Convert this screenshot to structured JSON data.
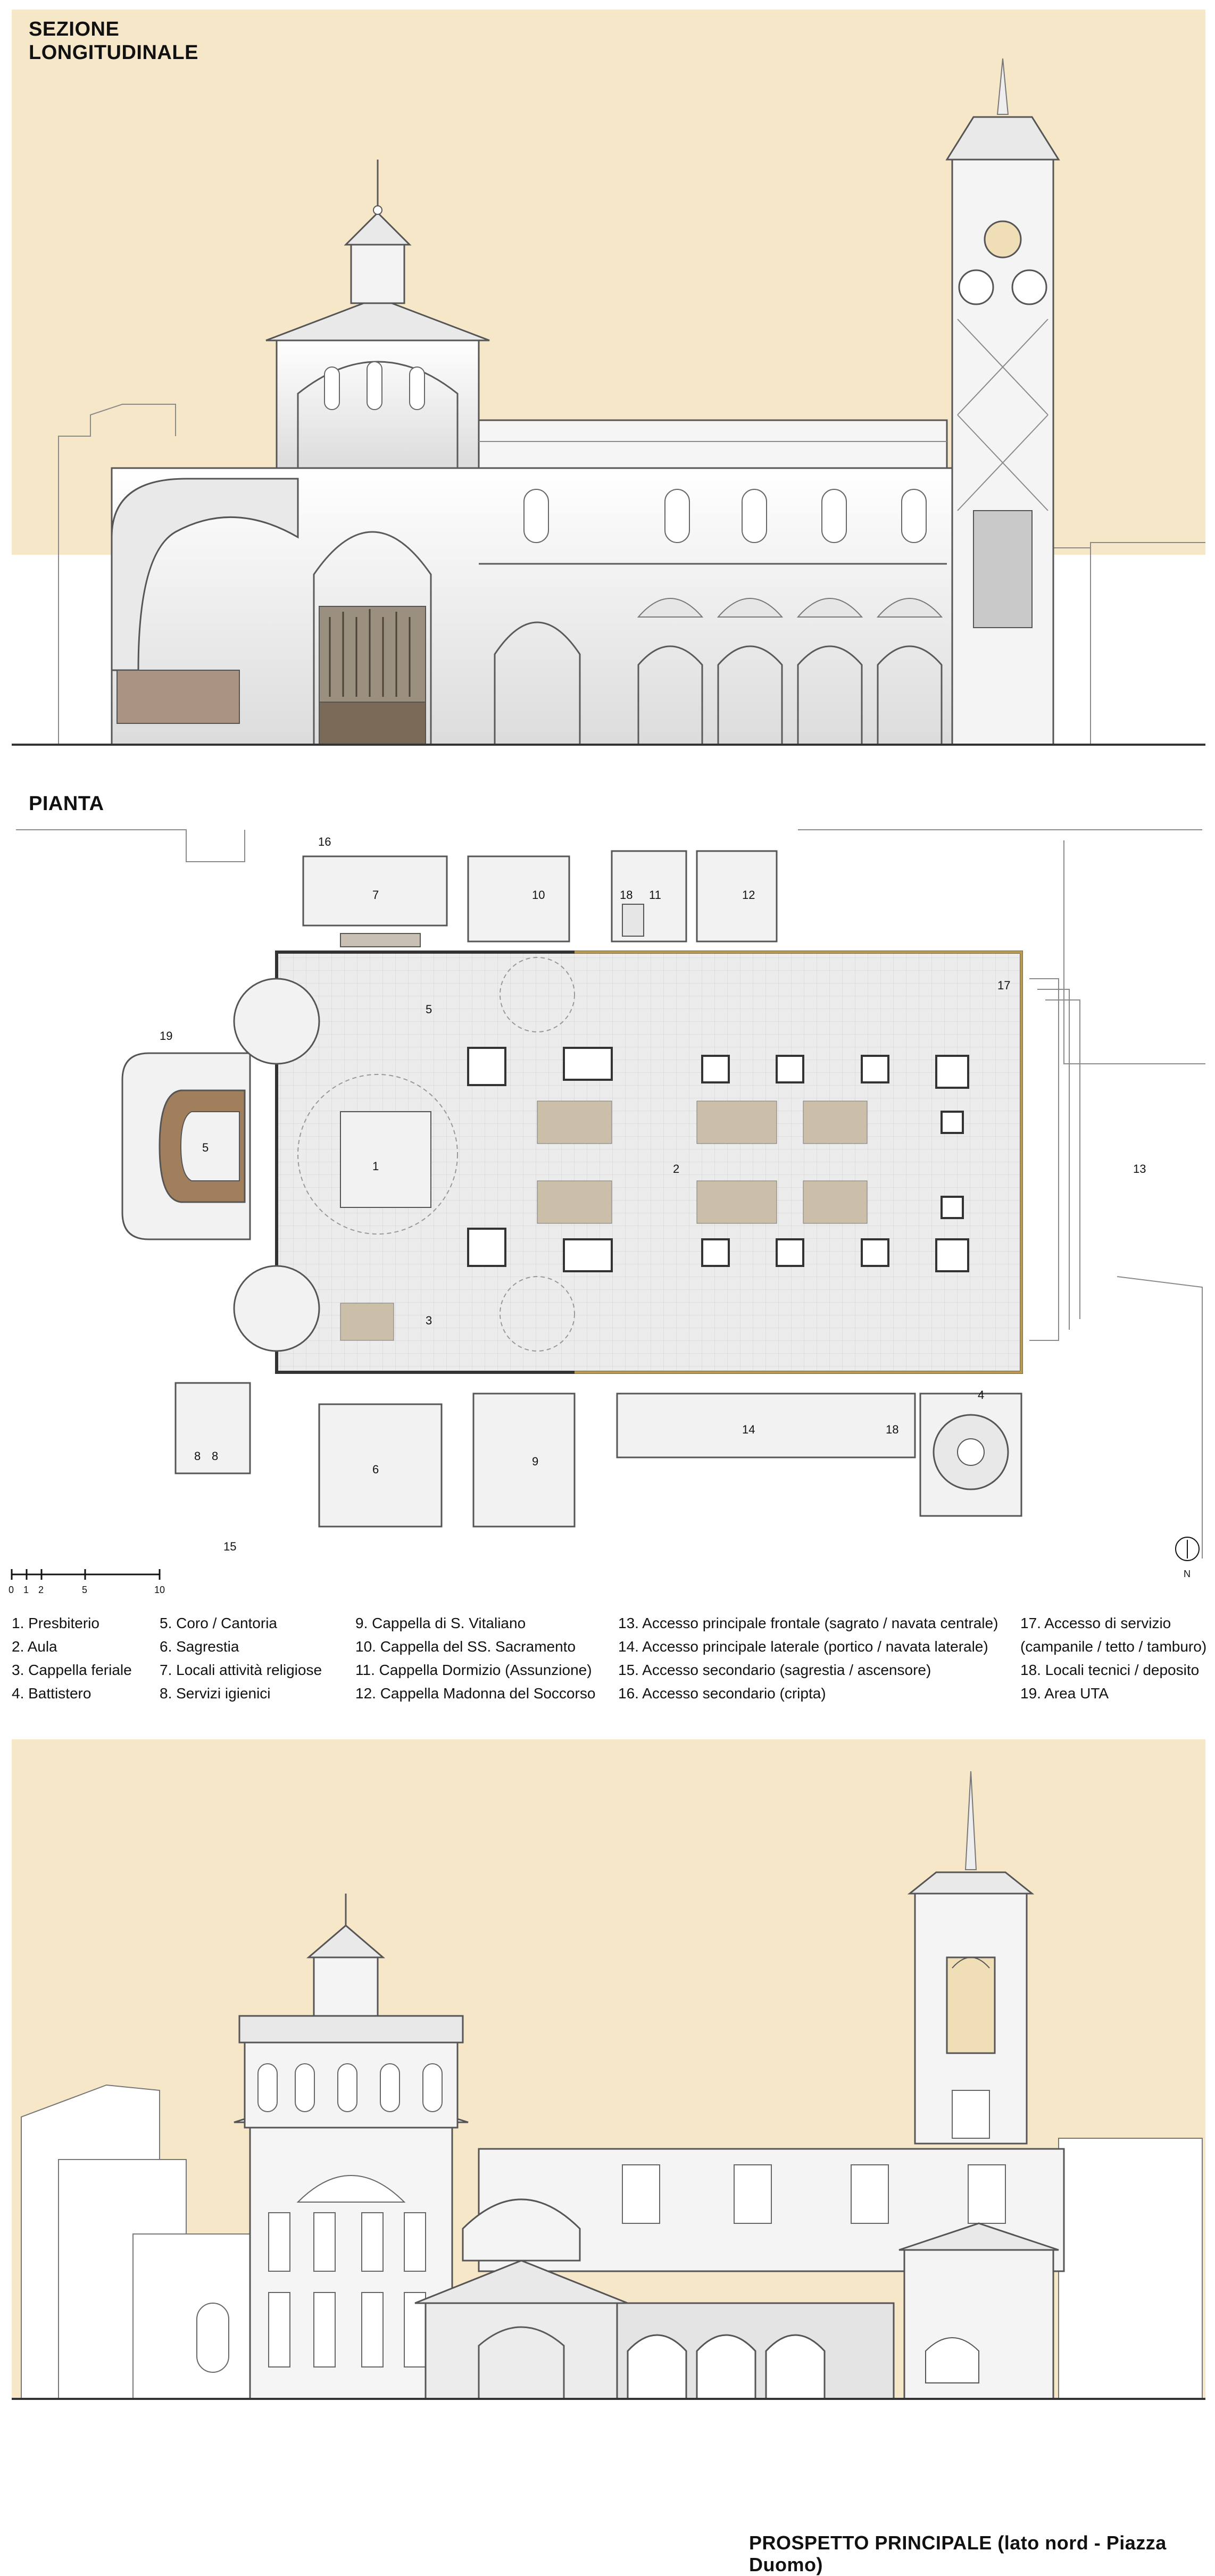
{
  "titles": {
    "section_line1": "SEZIONE",
    "section_line2": "LONGITUDINALE",
    "plan": "PIANTA",
    "elevation": "PROSPETTO PRINCIPALE (lato nord - Piazza Duomo)"
  },
  "scale_bar": {
    "ticks": [
      "0",
      "1",
      "2",
      "5",
      "10"
    ],
    "north": "N"
  },
  "legend": {
    "col1": [
      "1. Presbiterio",
      "2. Aula",
      "3. Cappella feriale",
      "4. Battistero"
    ],
    "col2": [
      "5. Coro / Cantoria",
      "6. Sagrestia",
      "7. Locali attività religiose",
      "8. Servizi igienici"
    ],
    "col3": [
      "9. Cappella di S. Vitaliano",
      "10. Cappella del SS. Sacramento",
      "11. Cappella Dormizio (Assunzione)",
      "12. Cappella Madonna del Soccorso"
    ],
    "col4": [
      "13. Accesso principale frontale (sagrato / navata centrale)",
      "14. Accesso principale laterale (portico / navata laterale)",
      "15. Accesso secondario (sagrestia / ascensore)",
      "16. Accesso secondario (cripta)"
    ],
    "col5": [
      "17. Accesso di servizio",
      "(campanile / tetto / tamburo)",
      "18. Locali tecnici / deposito",
      "19. Area UTA"
    ]
  },
  "plan_labels": {
    "n1": "1",
    "n2": "2",
    "n3": "3",
    "n4": "4",
    "n5a": "5",
    "n5b": "5",
    "n6": "6",
    "n7": "7",
    "n8a": "8",
    "n8b": "8",
    "n9": "9",
    "n10": "10",
    "n11": "11",
    "n12": "12",
    "n13": "13",
    "n14": "14",
    "n15": "15",
    "n16": "16",
    "n17": "17",
    "n18a": "18",
    "n18b": "18",
    "n19": "19"
  },
  "colors": {
    "sky": "#f6e7c9",
    "wall_fill": "#f2f2f2",
    "section_fill": "#e9e9e9",
    "line": "#5a5a5a",
    "accent_gold": "#b89a52"
  }
}
